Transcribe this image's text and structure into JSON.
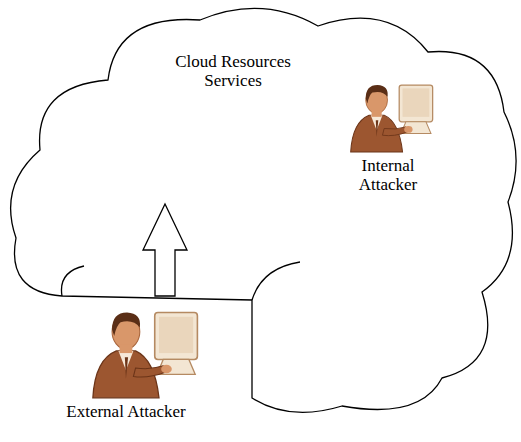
{
  "diagram": {
    "nodes": [
      {
        "text": [
          "Cloud Resources Services"
        ]
      },
      {
        "text": [
          "Internal Attacker"
        ],
        "in": 0
      },
      {
        "text": [
          "External Attacker"
        ]
      }
    ],
    "edges": [
      {
        "from": 2,
        "to": 0,
        "arrow": "to"
      }
    ]
  }
}
